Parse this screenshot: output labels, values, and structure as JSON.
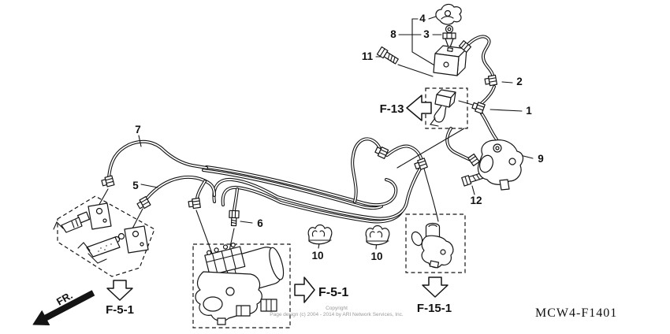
{
  "diagram_code": "MCW4-F1401",
  "direction_label": "FR.",
  "copyright": {
    "line1": "Copyright",
    "line2": "Page design (c) 2004 - 2014 by ARI Network Services, Inc."
  },
  "refs": {
    "f13": "F-13",
    "f51_left": "F-5-1",
    "f51_center": "F-5-1",
    "f151": "F-15-1"
  },
  "callouts": {
    "c1": "1",
    "c2": "2",
    "c3": "3",
    "c4": "4",
    "c5": "5",
    "c6": "6",
    "c7": "7",
    "c8": "8",
    "c9": "9",
    "c10a": "10",
    "c10b": "10",
    "c11": "11",
    "c12": "12"
  }
}
